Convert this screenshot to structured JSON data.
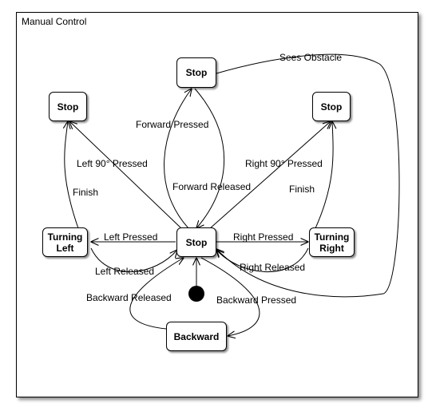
{
  "frame": {
    "title": "Manual Control"
  },
  "states": {
    "center": "Stop",
    "top": "Stop",
    "top_left": "Stop",
    "top_right": "Stop",
    "turning_left": [
      "Turning",
      "Left"
    ],
    "turning_right": [
      "Turning",
      "Right"
    ],
    "backward": "Backward"
  },
  "transitions": {
    "forward_pressed": "Forward Pressed",
    "forward_released": "Forward Released",
    "sees_obstacle": "Sees Obstacle",
    "left_90_pressed": "Left 90° Pressed",
    "finish_left": "Finish",
    "right_90_pressed": "Right 90° Pressed",
    "finish_right": "Finish",
    "left_pressed": "Left Pressed",
    "left_released": "Left Released",
    "right_pressed": "Right Pressed",
    "right_released": "Right Released",
    "backward_released": "Backward Released",
    "backward_pressed": "Backward Pressed"
  }
}
